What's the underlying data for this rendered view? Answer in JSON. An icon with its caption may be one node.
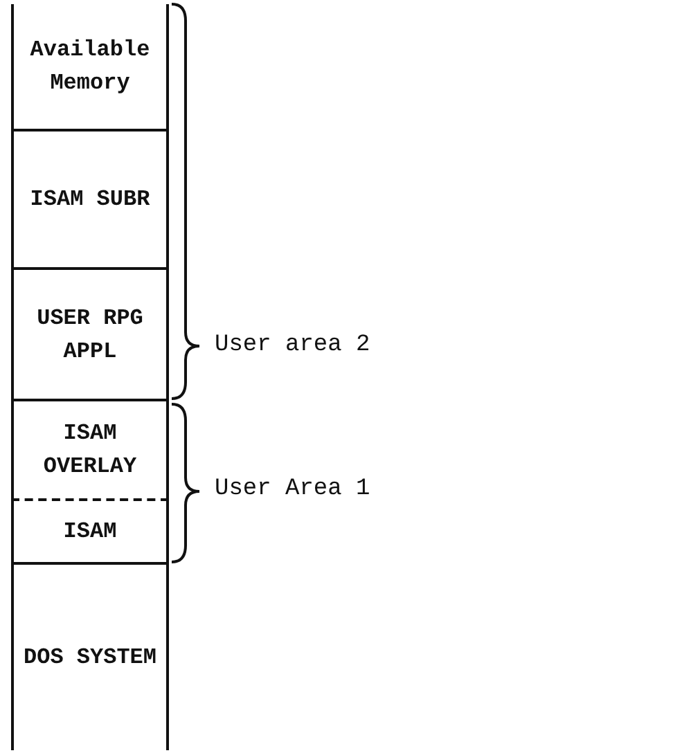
{
  "diagram": {
    "nodes": [
      {
        "text": [
          "Available Memory"
        ]
      },
      {
        "text": [
          "ISAM SUBR"
        ]
      },
      {
        "text": [
          "USER RPG APPL"
        ]
      },
      {
        "text": [
          "ISAM OVERLAY"
        ]
      },
      {
        "text": [
          "ISAM"
        ]
      },
      {
        "text": [
          "DOS SYSTEM"
        ]
      }
    ],
    "edges": [],
    "labels": [
      "User area 2",
      "User Area 1"
    ]
  }
}
